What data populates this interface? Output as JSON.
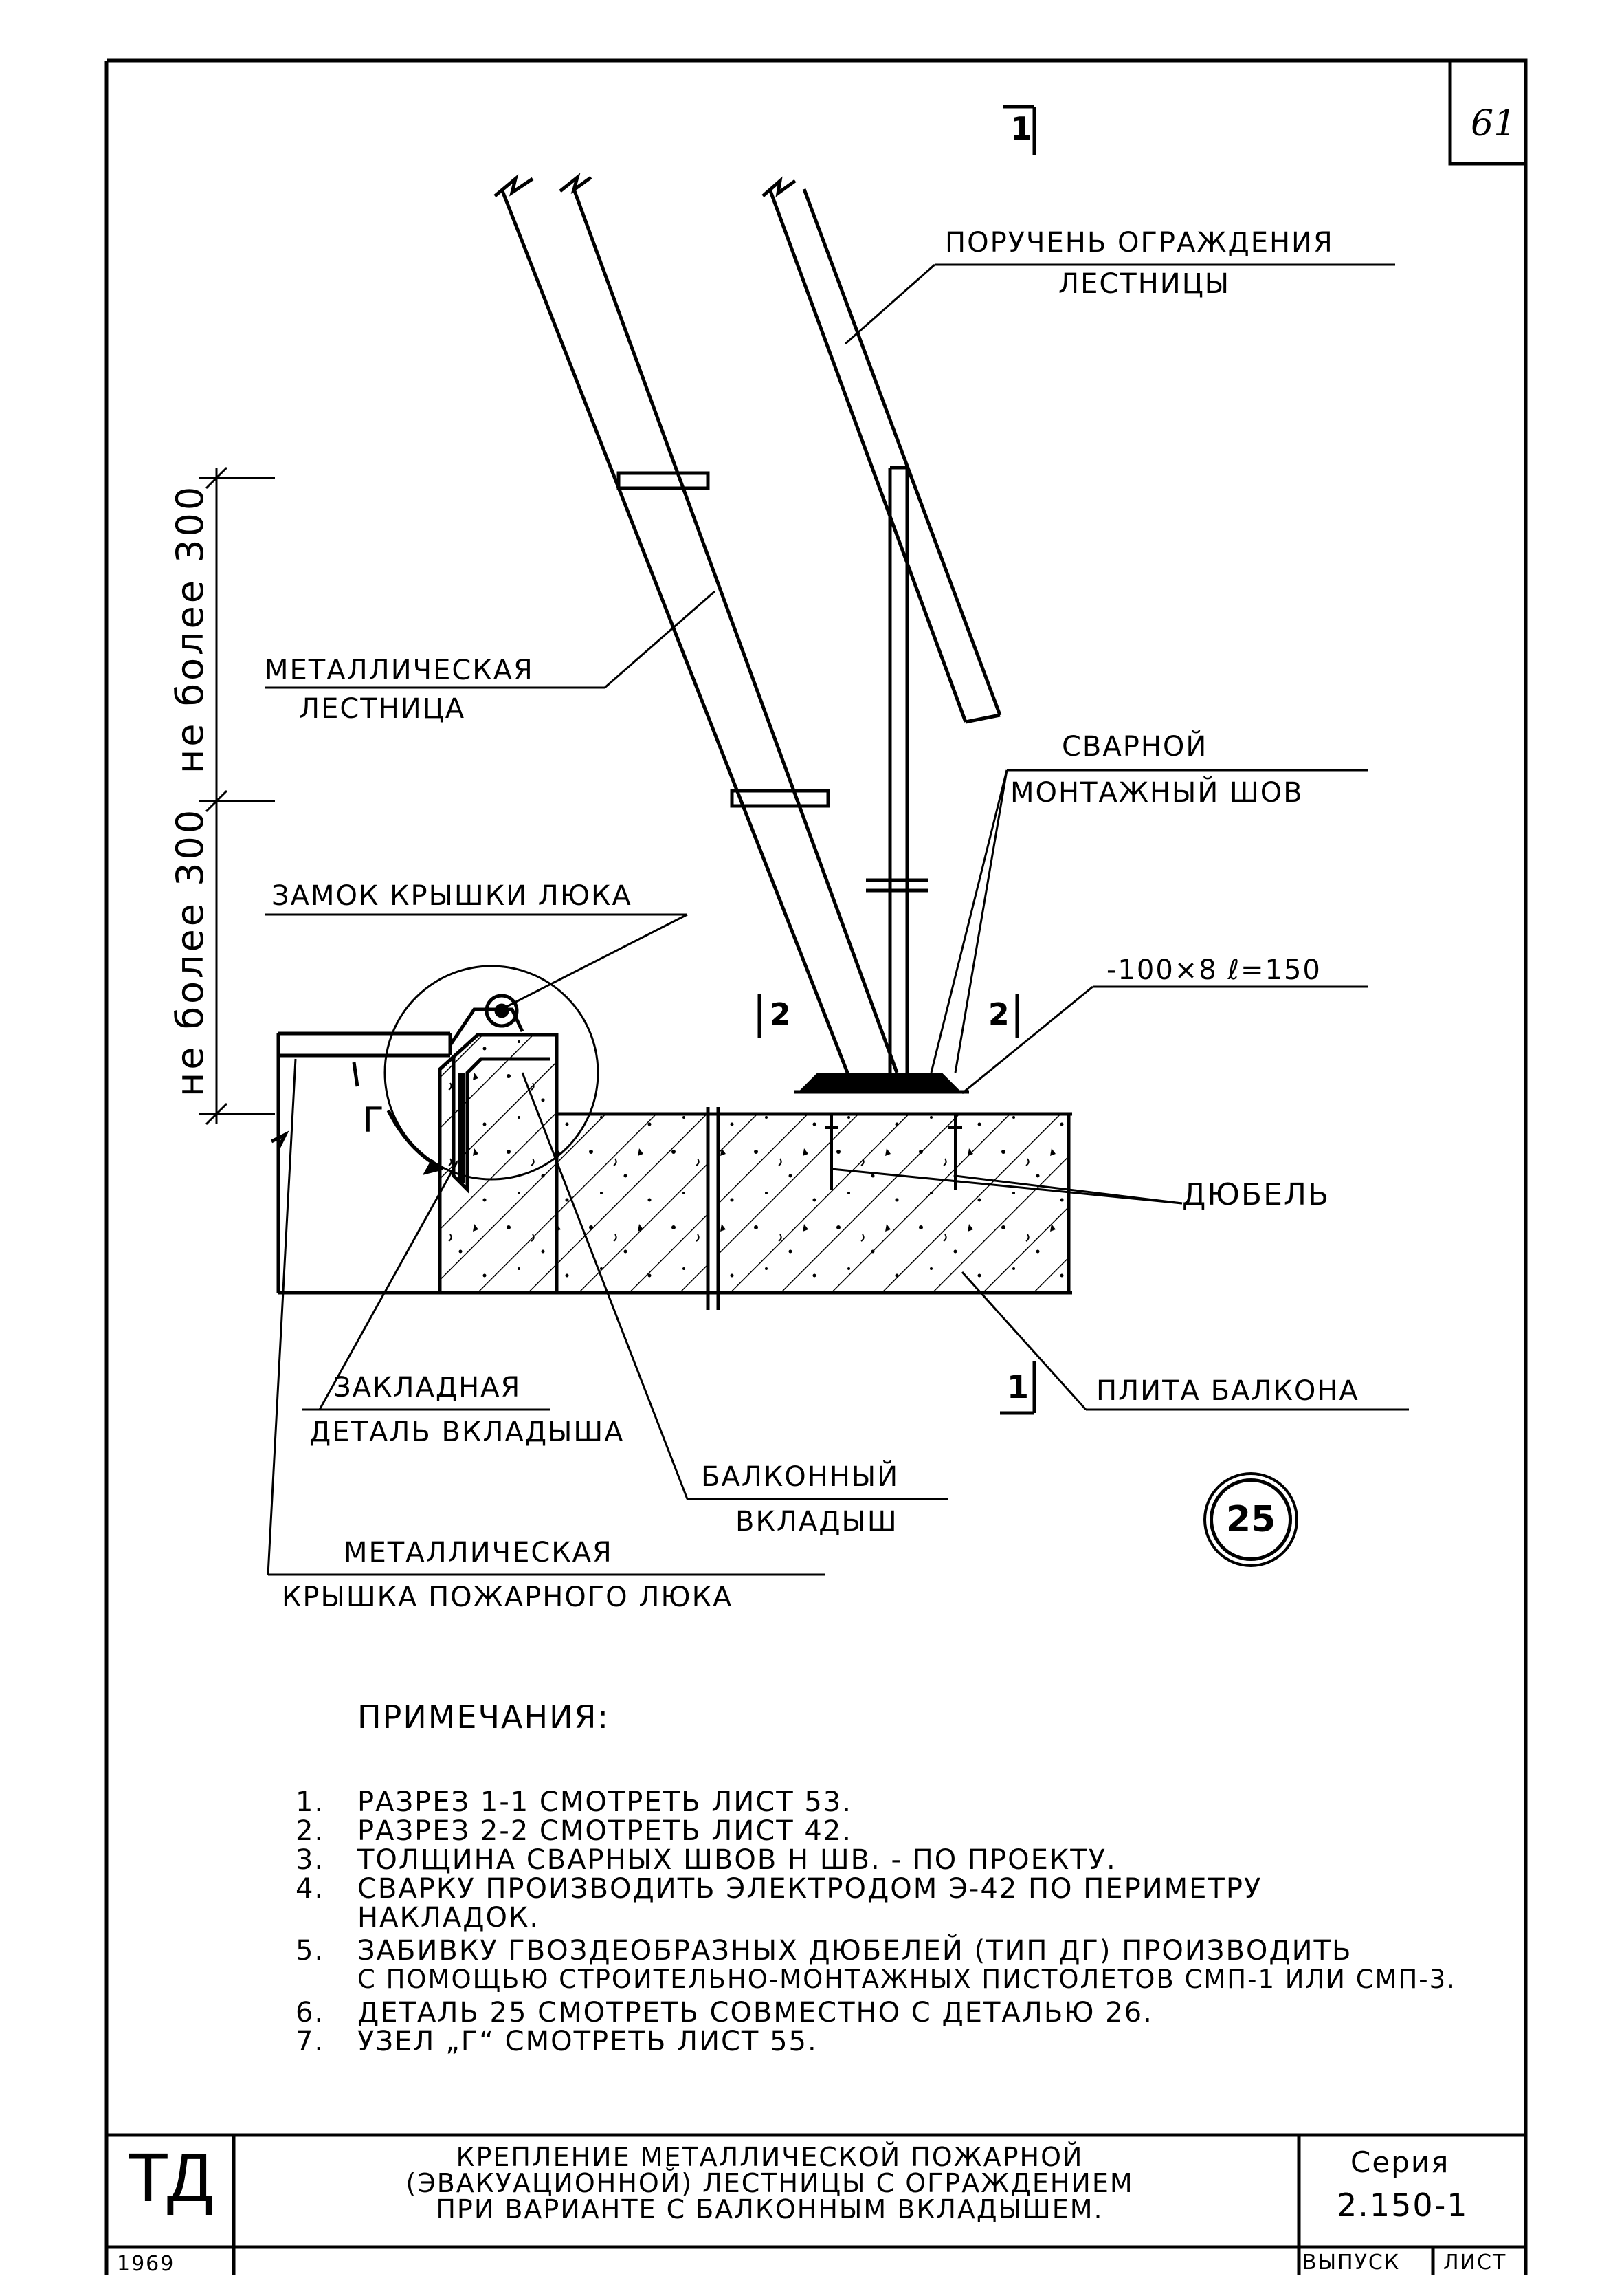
{
  "sheet_number": "61",
  "section_mark_top": "1",
  "section_mark_bottom": "1",
  "section_mark_2_left": "2",
  "section_mark_2_right": "2",
  "dimensions": {
    "upper": "не более 300",
    "lower": "не более 300"
  },
  "labels": {
    "handrail_line1": "поручень ограждения",
    "handrail_line2": "лестницы",
    "ladder_line1": "металлическая",
    "ladder_line2": "лестница",
    "weld_line1": "сварной",
    "weld_line2": "монтажный шов",
    "lock": "замок крышки люка",
    "plate": "-100×8 ℓ=150",
    "dowel": "дюбель",
    "node_g": "Г",
    "embedded_line1": "закладная",
    "embedded_line2": "деталь вкладыша",
    "slab": "плита балкона",
    "insert_line1": "балконный",
    "insert_line2": "вкладыш",
    "cover_line1": "металлическая",
    "cover_line2": "крышка пожарного люка"
  },
  "detail_number": "25",
  "notes": {
    "heading": "Примечания:",
    "items": [
      {
        "num": "1.",
        "text": "Разрез 1-1 смотреть лист 53."
      },
      {
        "num": "2.",
        "text": "Разрез 2-2 смотреть лист 42."
      },
      {
        "num": "3.",
        "text": "Толщина сварных швов h шв. - по проекту."
      },
      {
        "num": "4.",
        "text": "Сварку производить электродом Э-42 по периметру"
      },
      {
        "num": "",
        "text": "накладок."
      },
      {
        "num": "5.",
        "text": "Забивку гвоздеобразных дюбелей (тип ДГ) производить"
      },
      {
        "num": "",
        "text": "с помощью строительно-монтажных пистолетов СМП-1 или СМП-3."
      },
      {
        "num": "6.",
        "text": "Деталь 25 смотреть совместно с деталью 26."
      },
      {
        "num": "7.",
        "text": "Узел „Г“ смотреть лист 55."
      }
    ]
  },
  "title_block": {
    "logo": "ТД",
    "title_line1": "Крепление металлической пожарной",
    "title_line2": "(эвакуационной) лестницы с ограждением",
    "title_line3": "при варианте с балконным вкладышем.",
    "series_label": "Серия",
    "series_value": "2.150-1",
    "issue_label": "Выпуск",
    "sheet_label": "Лист",
    "year": "1969"
  }
}
